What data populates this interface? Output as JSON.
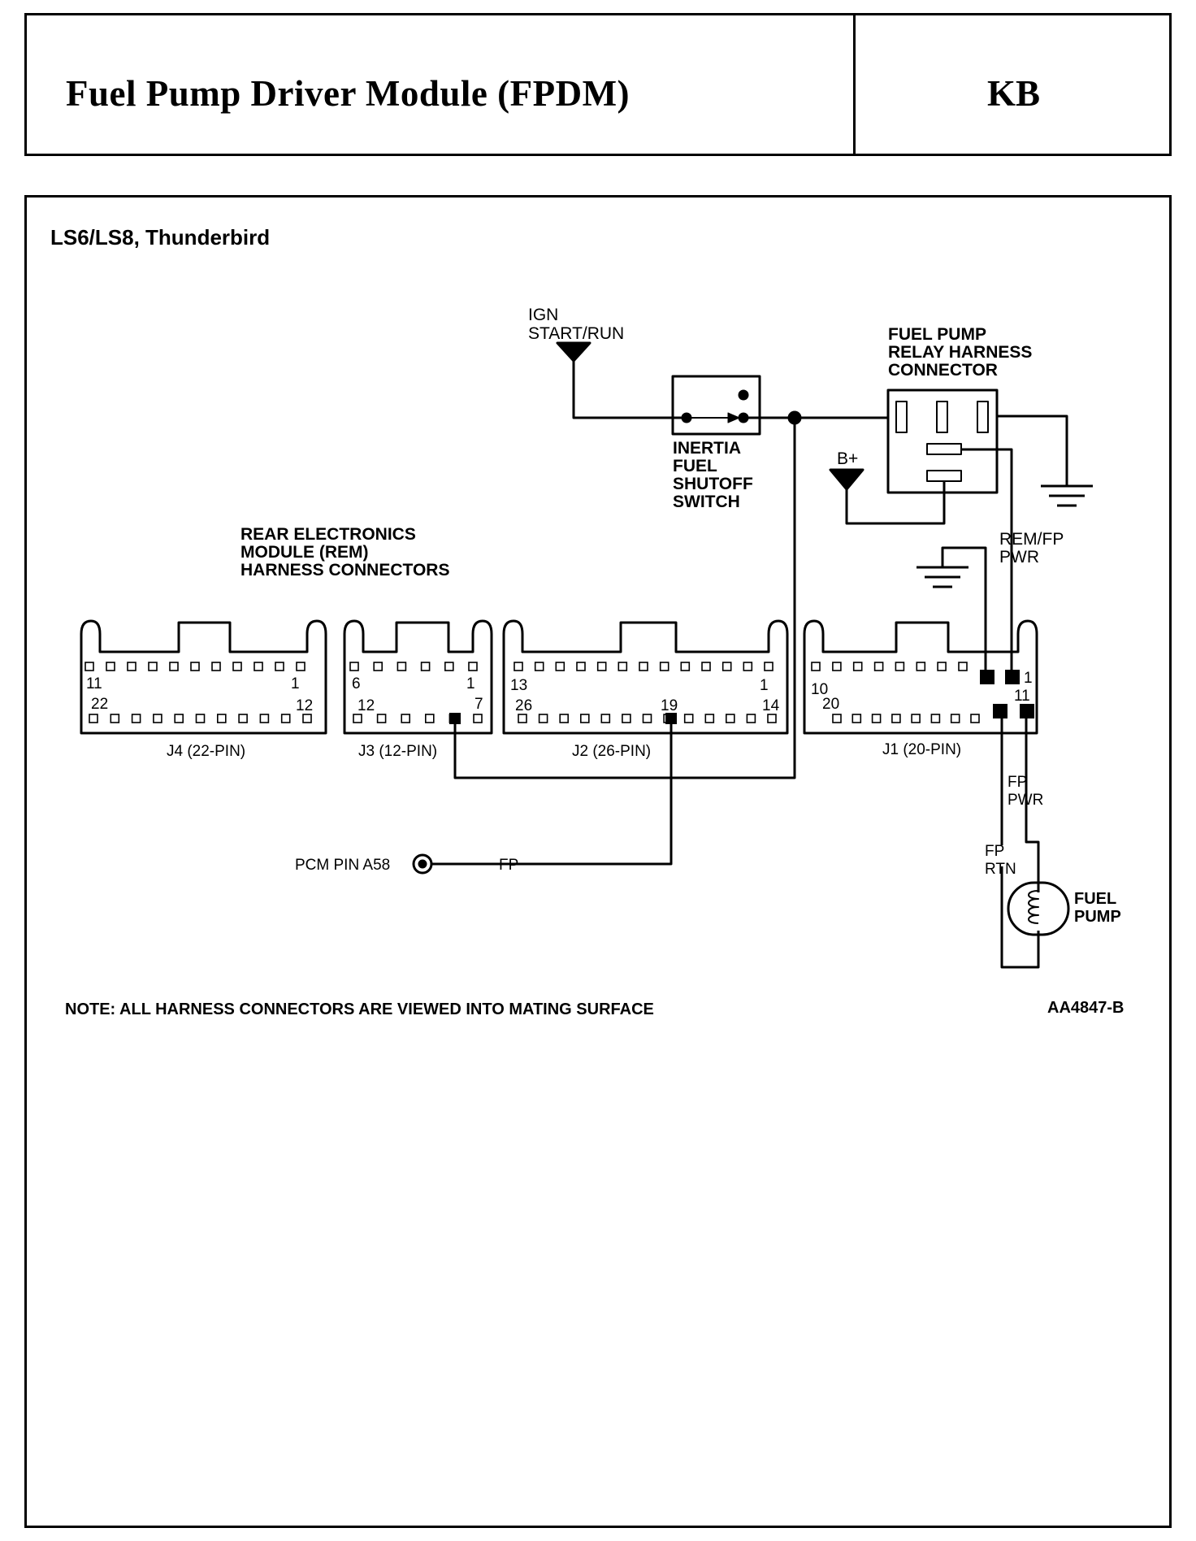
{
  "header": {
    "title": "Fuel Pump Driver Module (FPDM)",
    "code": "KB"
  },
  "diagram": {
    "applicability": "LS6/LS8,  Thunderbird",
    "ign_label_1": "IGN",
    "ign_label_2": "START/RUN",
    "inertia_label": [
      "INERTIA",
      "FUEL",
      "SHUTOFF",
      "SWITCH"
    ],
    "relay_label": [
      "FUEL PUMP",
      "RELAY HARNESS",
      "CONNECTOR"
    ],
    "bplus_label": "B+",
    "rem_label": [
      "REAR ELECTRONICS",
      "MODULE (REM)",
      "HARNESS CONNECTORS"
    ],
    "remfp_label": [
      "REM/FP",
      "PWR"
    ],
    "connectors": {
      "j4": {
        "name": "J4 (22-PIN)",
        "pins": [
          "11",
          "1",
          "22",
          "12"
        ]
      },
      "j3": {
        "name": "J3 (12-PIN)",
        "pins": [
          "6",
          "1",
          "12",
          "7"
        ]
      },
      "j2": {
        "name": "J2 (26-PIN)",
        "pins": [
          "13",
          "1",
          "26",
          "19",
          "14"
        ]
      },
      "j1": {
        "name": "J1 (20-PIN)",
        "pins": [
          "10",
          "1",
          "20",
          "11"
        ]
      }
    },
    "pcm_label": "PCM PIN A58",
    "fp_label": "FP",
    "fp_pwr_label": [
      "FP",
      "PWR"
    ],
    "fp_rtn_label": [
      "FP",
      "RTN"
    ],
    "fuel_pump_label": [
      "FUEL",
      "PUMP"
    ],
    "note": "NOTE:  ALL HARNESS CONNECTORS ARE VIEWED INTO MATING SURFACE",
    "figure_id": "AA4847-B"
  }
}
